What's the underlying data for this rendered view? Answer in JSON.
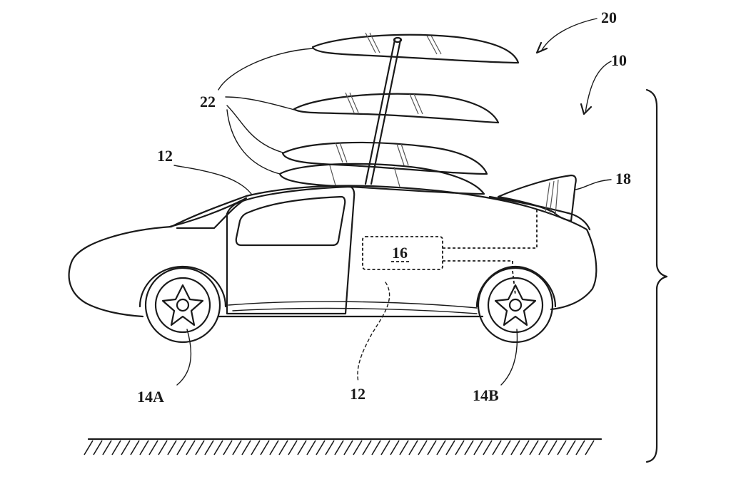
{
  "figure": {
    "labels": {
      "rotor_assembly": "20",
      "vehicle": "10",
      "blades": "22",
      "body_top": "12",
      "body_side": "12",
      "tail_fin": "18",
      "controller": "16",
      "front_wheel": "14A",
      "rear_wheel": "14B"
    }
  }
}
